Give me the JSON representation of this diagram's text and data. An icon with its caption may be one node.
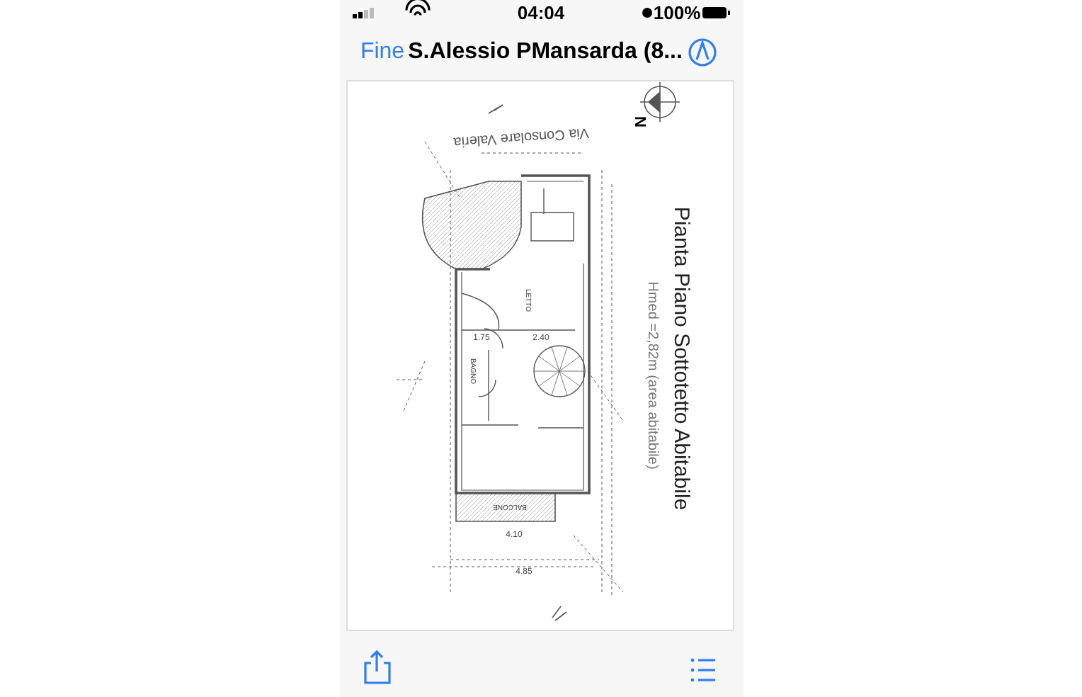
{
  "diagram": {
    "labels": [
      "04:04",
      "100%",
      "Fine",
      "S.Alessio PMansarda (8...",
      "N",
      "Via Consolare Valeria",
      "Pianta Piano Sottotetto Abitabile",
      "Hmed =2,82m (area abitabile)",
      "LETTO",
      "BAGNO",
      "BALCONE",
      "1.75",
      "2.40",
      "4.10",
      "4.85"
    ]
  }
}
